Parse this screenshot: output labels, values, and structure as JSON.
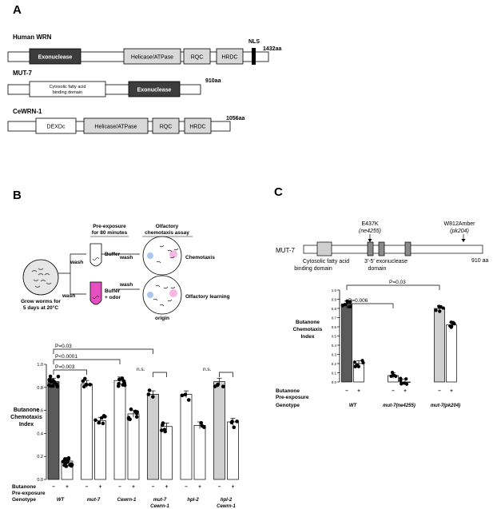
{
  "panels": {
    "a": "A",
    "b": "B",
    "c": "C"
  },
  "panel_a": {
    "proteins": [
      {
        "name": "Human WRN",
        "length": "1432aa",
        "domains": [
          "Exonuclease",
          "Helicase/ATPase",
          "RQC",
          "HRDC",
          "NLS"
        ]
      },
      {
        "name": "MUT-7",
        "length": "910aa",
        "domains": [
          "Cytosolic fatty acid binding domain",
          "Exonuclease"
        ]
      },
      {
        "name": "CeWRN-1",
        "length": "1056aa",
        "domains": [
          "DEXDc",
          "Helicase/ATPase",
          "RQC",
          "HRDC"
        ]
      }
    ]
  },
  "panel_b_scheme": {
    "pre_exposure": "Pre-exposure for 80 minutes",
    "assay": "Olfactory chemotaxis assay",
    "grow": "Grow worms for 5 days at 20°C",
    "wash": "wash",
    "buffer": "Buffer",
    "buffer_odor": "Buffer",
    "plus_odor": "+ odor",
    "chemotaxis": "Chemotaxis",
    "learning": "Olfactory learning",
    "origin": "origin"
  },
  "chart_data": [
    {
      "type": "bar",
      "panel": "B",
      "ylabel": "Butanone Chemotaxis Index",
      "ylim": [
        0,
        1.0
      ],
      "yticks": [
        "0.0",
        "0.2",
        "0.4",
        "0.6",
        "0.8",
        "1.0"
      ],
      "row_labels": [
        "Butanone Pre-exposure",
        "Genotype"
      ],
      "categories": [
        "WT",
        "mut-7",
        "Cewrn-1",
        "mut-7 Cewrn-1",
        "hpl-2",
        "hpl-2 Cewrn-1"
      ],
      "series": [
        {
          "name": "−",
          "values": [
            0.85,
            0.83,
            0.86,
            0.74,
            0.74,
            0.85
          ]
        },
        {
          "name": "+",
          "values": [
            0.16,
            0.51,
            0.57,
            0.46,
            0.47,
            0.5
          ]
        }
      ],
      "sign_labels": [
        "−",
        "+"
      ],
      "annotations": [
        "P=0.03",
        "P<0.0001",
        "P=0.003",
        "n.s.",
        "n.s."
      ]
    },
    {
      "type": "bar",
      "panel": "C",
      "ylabel": "Butanone Chemotaxis Index",
      "ylim": [
        0,
        1.0
      ],
      "yticks": [
        "0.0",
        "0.1",
        "0.2",
        "0.3",
        "0.4",
        "0.5",
        "0.6",
        "0.7",
        "0.8",
        "0.9",
        "1.0"
      ],
      "row_labels": [
        "Butanone Pre-exposure",
        "Genotype"
      ],
      "categories": [
        "WT",
        "mut-7(ne4255)",
        "mut-7(pk204)"
      ],
      "series": [
        {
          "name": "−",
          "values": [
            0.85,
            0.07,
            0.8
          ]
        },
        {
          "name": "+",
          "values": [
            0.2,
            0.0,
            0.62
          ]
        }
      ],
      "sign_labels": [
        "−",
        "+"
      ],
      "annotations": [
        "P=0.03",
        "P=0.006"
      ]
    }
  ],
  "panel_c_gene": {
    "name": "MUT-7",
    "length": "910 aa",
    "mutation1": "E437K",
    "mutation1_allele": "(ne4255)",
    "mutation2": "W812Amber",
    "mutation2_allele": "(pk204)",
    "domain1": "Cytosolic fatty acid binding domain",
    "domain2": "3'-5' exonuclease domain"
  },
  "colors": {
    "dark": "#5a5a5a",
    "light": "#cfcfcf",
    "white": "#ffffff",
    "magenta": "#e64fc1"
  }
}
